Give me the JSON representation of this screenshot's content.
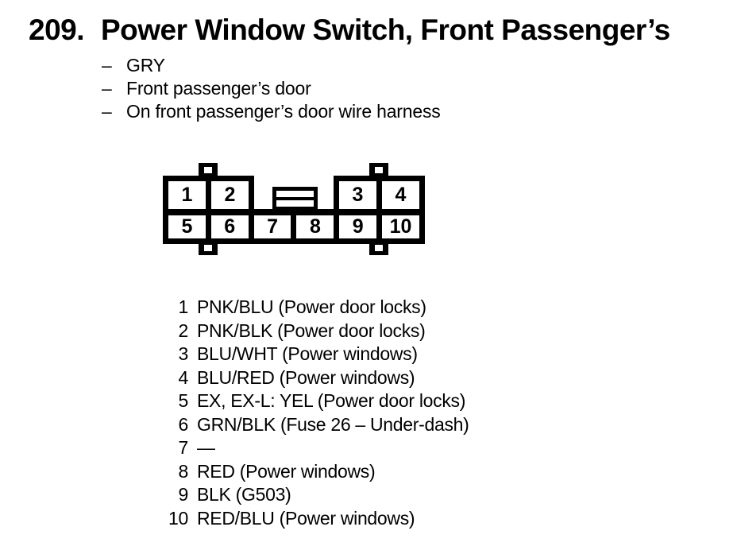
{
  "page": {
    "bg": "#ffffff",
    "fg": "#000000"
  },
  "header": {
    "number": "209.",
    "title": "Power Window Switch, Front Passenger’s"
  },
  "notes": {
    "bullet": "–",
    "items": [
      "GRY",
      "Front passenger’s door",
      "On front passenger’s door wire harness"
    ]
  },
  "connector": {
    "top_left_cells": [
      "1",
      "2"
    ],
    "top_right_cells": [
      "3",
      "4"
    ],
    "bottom_cells": [
      "5",
      "6",
      "7",
      "8",
      "9",
      "10"
    ]
  },
  "pins": {
    "rows": [
      {
        "num": "1",
        "desc": "PNK/BLU (Power door locks)"
      },
      {
        "num": "2",
        "desc": "PNK/BLK (Power door locks)"
      },
      {
        "num": "3",
        "desc": "BLU/WHT (Power windows)"
      },
      {
        "num": "4",
        "desc": "BLU/RED (Power windows)"
      },
      {
        "num": "5",
        "desc": "EX, EX-L: YEL (Power door locks)"
      },
      {
        "num": "6",
        "desc": "GRN/BLK (Fuse 26 – Under-dash)"
      },
      {
        "num": "7",
        "desc": "—"
      },
      {
        "num": "8",
        "desc": "RED (Power windows)"
      },
      {
        "num": "9",
        "desc": "BLK (G503)"
      },
      {
        "num": "10",
        "desc": "RED/BLU (Power windows)"
      }
    ]
  }
}
